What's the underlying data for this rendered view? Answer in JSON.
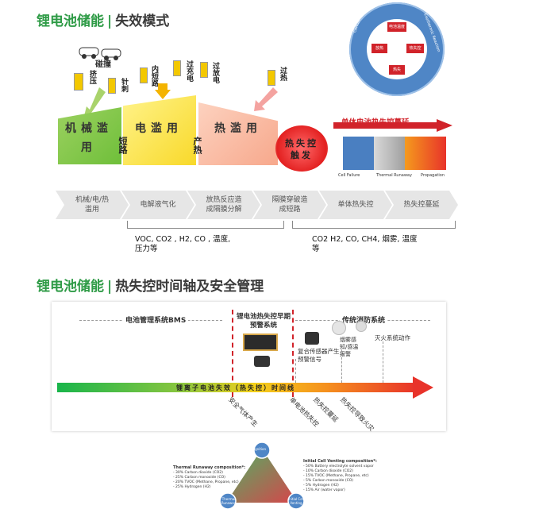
{
  "section1": {
    "title_green": "锂电池储能",
    "title_rest": "失效模式"
  },
  "section2": {
    "title_green": "锂电池储能",
    "title_rest": "热失控时间轴及安全管理"
  },
  "top_icons": {
    "collision": "碰撞",
    "squeeze": "挤压",
    "needle": "针刺",
    "internal_short": "内短路",
    "overcharge": "过充电",
    "overdischarge": "过放电",
    "overheat": "过热"
  },
  "stages": {
    "mechanical": "机械滥用",
    "electrical": "电滥用",
    "thermal": "热滥用",
    "runaway": "热失控触发",
    "short_circuit": "短路",
    "heat_gen": "产热",
    "propagation_title": "单体电池热失控蔓延",
    "prop_caption1": "Cell Failure",
    "prop_caption2": "Thermal Runaway",
    "prop_caption3": "Propagation"
  },
  "circle": {
    "text_left": "Containment Reactions",
    "text_right": "Exothermic Reaction",
    "box1": "电池温度",
    "box2": "放热",
    "box3": "热失控",
    "box4": "热失"
  },
  "chevrons": [
    "机械/电/热\n滥用",
    "电解液气化",
    "放热反应造\n成隔膜分解",
    "隔膜穿破造\n成短路",
    "单体热失控",
    "热失控蔓延"
  ],
  "notes": {
    "left": "VOC, CO2 , H2, CO , 温度,\n压力等",
    "right": "CO2 H2, CO, CH4, 烟雾, 温度\n等"
  },
  "timeline": {
    "bms": "电池管理系统BMS",
    "early_warning": "锂电池热失控早期\n预警系统",
    "fire_system": "传统消防系统",
    "fire_action": "灭火系统动作",
    "smoke_detector": "烟雾感\n知/感温\n报警",
    "gas_detector": "复合传感器产生\n预警信号",
    "bar_label": "锂离子电池失效（热失控）时间线",
    "event1": "安全气体产生",
    "event2": "单电池热失控",
    "event3": "热失控蔓延",
    "event4": "热失控导致火灾"
  },
  "triangle": {
    "left_title": "Thermal Runaway composition*:",
    "left_lines": [
      "- 30% Carbon dioxide (CO2)",
      "- 25% Carbon monoxide (CO)",
      "- 20% TVOC (Methane, Propane, etc)",
      "- 25% Hydrogen (H2)"
    ],
    "right_title": "Initial Cell Venting composition*:",
    "right_lines": [
      "- 50% Battery electrolyte solvent vapor",
      "- 10% Carbon dioxide (CO2)",
      "- 15% TVOC (Methane, Propane, etc)",
      "- 5% Carbon monoxide (CO)",
      "- 5% Hydrogen (H2)",
      "- 15% Air (water vapor)"
    ],
    "top_node": "Ignition",
    "left_node": "Thermal Runaway",
    "right_node": "Initial Cell Venting"
  },
  "colors": {
    "green": "#2e9b46",
    "red": "#e8332a"
  }
}
